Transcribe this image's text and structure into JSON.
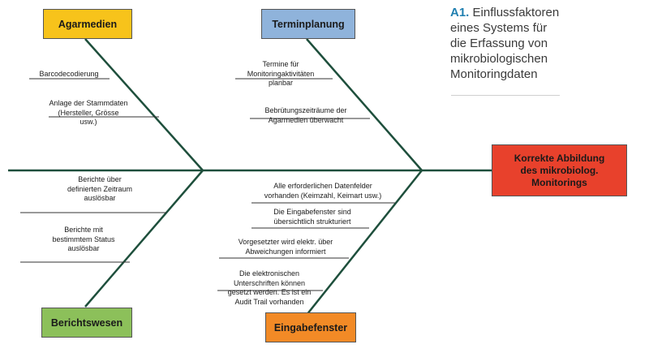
{
  "title": {
    "number": "A1.",
    "lines": [
      "Einflussfaktoren",
      "eines Systems für",
      "die Erfassung von",
      "mikrobiologischen",
      "Monitoringdaten"
    ]
  },
  "effect": {
    "lines": [
      "Korrekte Abbildung",
      "des mikrobiolog.",
      "Monitorings"
    ],
    "color": "#e8412c"
  },
  "categories": {
    "agarmedien": {
      "label": "Agarmedien",
      "color": "#f7c31b"
    },
    "terminplanung": {
      "label": "Terminplanung",
      "color": "#8fb3db"
    },
    "berichtswesen": {
      "label": "Berichtswesen",
      "color": "#8cc05a"
    },
    "eingabefenster": {
      "label": "Eingabefenster",
      "color": "#f28a26"
    }
  },
  "causes": {
    "agarmedien": [
      {
        "lines": [
          "Barcodecodierung"
        ]
      },
      {
        "lines": [
          "Anlage der Stammdaten",
          "(Hersteller, Grösse",
          "usw.)"
        ]
      }
    ],
    "terminplanung": [
      {
        "lines": [
          "Termine für",
          "Monitoringaktivitäten",
          "planbar"
        ]
      },
      {
        "lines": [
          "Bebrütungszeiträume der",
          "Agarmedien überwacht"
        ]
      }
    ],
    "berichtswesen": [
      {
        "lines": [
          "Berichte über",
          "definierten Zeitraum",
          "auslösbar"
        ]
      },
      {
        "lines": [
          "Berichte mit",
          "bestimmtem Status",
          "auslösbar"
        ]
      }
    ],
    "eingabefenster": [
      {
        "lines": [
          "Alle erforderlichen Datenfelder",
          "vorhanden (Keimzahl, Keimart usw.)"
        ]
      },
      {
        "lines": [
          "Die Eingabefenster sind",
          "übersichtlich strukturiert"
        ]
      },
      {
        "lines": [
          "Vorgesetzter wird elektr. über",
          "Abweichungen informiert"
        ]
      },
      {
        "lines": [
          "Die elektronischen",
          "Unterschriften können",
          "gesetzt werden.  Es ist ein",
          "Audit Trail vorhanden"
        ]
      }
    ]
  }
}
